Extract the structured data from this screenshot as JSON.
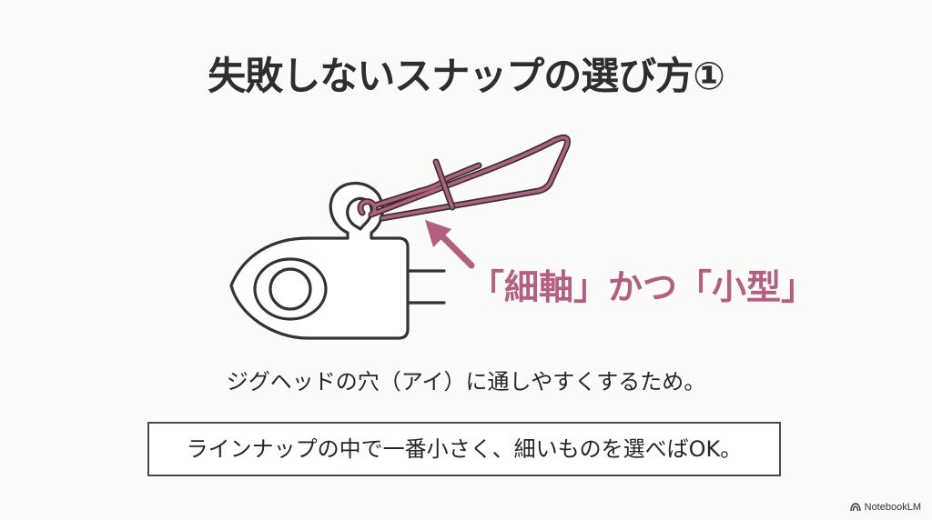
{
  "slide": {
    "title": "失敗しないスナップの選び方①",
    "callout": "「細軸」かつ「小型」",
    "reason": "ジグヘッドの穴（アイ）に通しやすくするため。",
    "summary": "ラインナップの中で一番小さく、細いものを選べばOK。"
  },
  "illustration": {
    "subjects": [
      "jig-head",
      "snap",
      "arrow"
    ],
    "accent_color": "#b55e80",
    "outline_color": "#333333"
  },
  "watermark": {
    "icon": "notebooklm-logo-icon",
    "label": "NotebookLM"
  }
}
